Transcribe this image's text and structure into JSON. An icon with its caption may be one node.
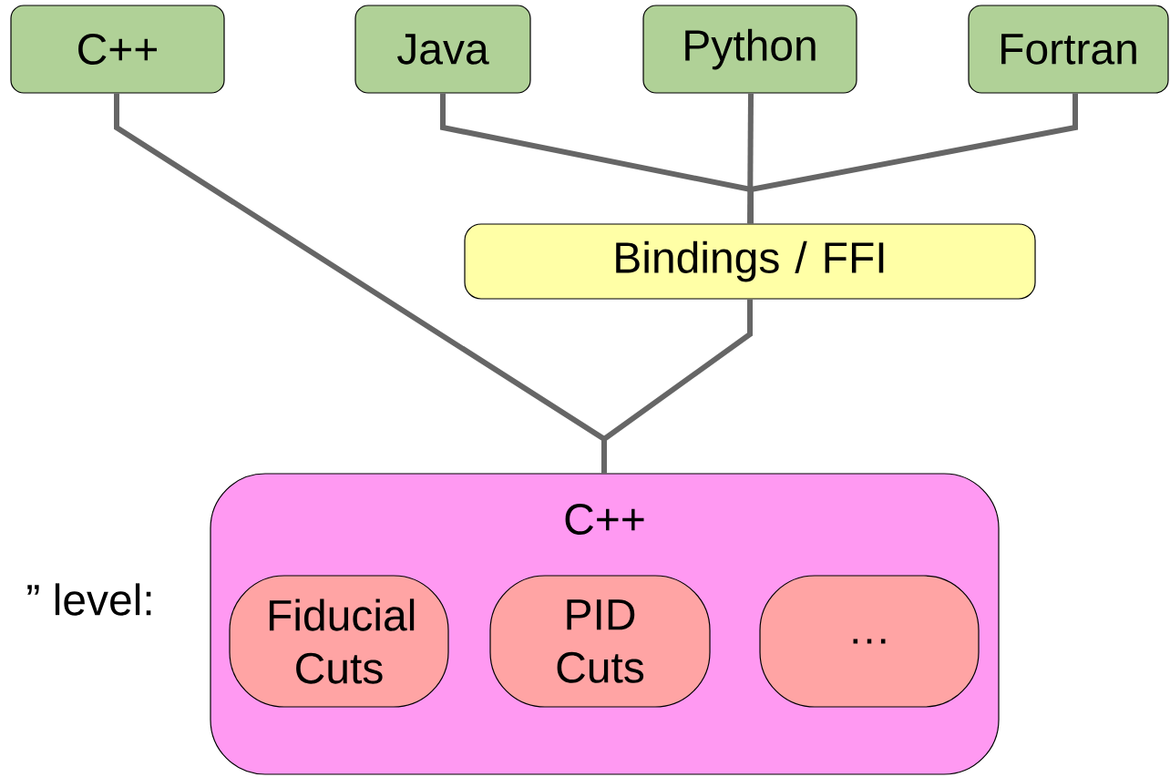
{
  "diagram": {
    "nodes": [
      {
        "text": [
          "C++"
        ]
      },
      {
        "text": [
          "Java"
        ]
      },
      {
        "text": [
          "Python"
        ]
      },
      {
        "text": [
          "Fortran"
        ]
      },
      {
        "text": [
          "Bindings / FFI"
        ]
      },
      {
        "text": [
          "C++"
        ]
      },
      {
        "text": [
          "Fiducial Cuts"
        ],
        "in": 5
      },
      {
        "text": [
          "PID Cuts"
        ],
        "in": 5
      },
      {
        "text": [
          "…"
        ],
        "in": 5
      }
    ],
    "edges": [
      {
        "from": 0,
        "to": 5,
        "arrow": "none"
      },
      {
        "from": 1,
        "to": 4,
        "arrow": "none"
      },
      {
        "from": 2,
        "to": 4,
        "arrow": "none"
      },
      {
        "from": 3,
        "to": 4,
        "arrow": "none"
      },
      {
        "from": 4,
        "to": 5,
        "arrow": "none"
      }
    ],
    "labels": [
      "” level:"
    ]
  }
}
